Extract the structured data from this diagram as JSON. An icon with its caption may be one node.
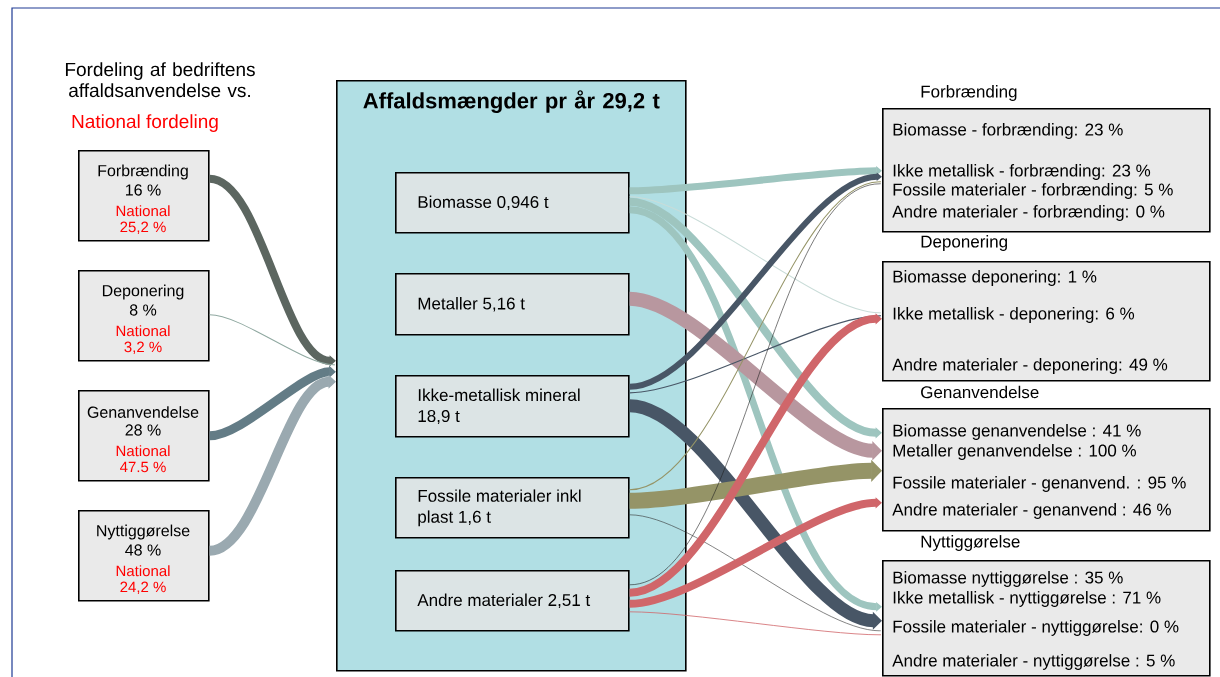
{
  "diagram": {
    "nodes": [
      {
        "text": [
          "Forbrænding",
          "16 %",
          "National 25,2 %"
        ]
      },
      {
        "text": [
          "Deponering",
          "8 %",
          "National 3,2 %"
        ]
      },
      {
        "text": [
          "Genanvendelse",
          "28 %",
          "National 47.5 %"
        ]
      },
      {
        "text": [
          "Nyttiggørelse",
          "48 %",
          "National 24,2 %"
        ]
      },
      {
        "text": [
          "Affaldsmængder pr år 29,2 t"
        ]
      },
      {
        "text": [
          "Biomasse 0,946 t"
        ],
        "in": 4
      },
      {
        "text": [
          "Metaller 5,16 t"
        ],
        "in": 4
      },
      {
        "text": [
          "Ikke-metallisk mineral 18,9 t"
        ],
        "in": 4
      },
      {
        "text": [
          "Fossile materialer inkl plast 1,6 t"
        ],
        "in": 4
      },
      {
        "text": [
          "Andre materialer 2,51 t"
        ],
        "in": 4
      },
      {
        "text": [
          "Forbrænding",
          "Biomasse - forbrænding: 23 %",
          "Ikke metallisk - forbrænding: 23 %",
          "Fossile materialer - forbrænding: 5 %",
          "Andre materialer - forbrænding: 0 %"
        ]
      },
      {
        "text": [
          "Deponering",
          "Biomasse deponering: 1 %",
          "Ikke metallisk - deponering: 6 %",
          "Andre materialer - deponering: 49 %"
        ]
      },
      {
        "text": [
          "Genanvendelse",
          "Biomasse genanvendelse : 41 %",
          "Metaller genanvendelse : 100 %",
          "Fossile materialer - genanvend. : 95 %",
          "Andre materialer - genanvend : 46 %"
        ]
      },
      {
        "text": [
          "Nyttiggørelse",
          "Biomasse nyttiggørelse : 35 %",
          "Ikke metallisk - nyttiggørelse : 71 %",
          "Fossile materialer - nyttiggørelse: 0 %",
          "Andre materialer - nyttiggørelse : 5 %"
        ]
      }
    ],
    "edges": [
      {
        "from": 0,
        "to": 4,
        "arrow": "to",
        "color": "#5c6660"
      },
      {
        "from": 1,
        "to": 4,
        "arrow": "to",
        "color": "#8fa8a0"
      },
      {
        "from": 2,
        "to": 4,
        "arrow": "to",
        "color": "#637c86"
      },
      {
        "from": 3,
        "to": 4,
        "arrow": "to",
        "color": "#9aa9b0"
      },
      {
        "from": 5,
        "to": 10,
        "arrow": "to",
        "color": "#9ec5bf"
      },
      {
        "from": 5,
        "to": 11,
        "arrow": "to",
        "color": "#c9dcd8"
      },
      {
        "from": 5,
        "to": 12,
        "arrow": "to",
        "color": "#9ec5bf"
      },
      {
        "from": 5,
        "to": 13,
        "arrow": "to",
        "color": "#9ec5bf"
      },
      {
        "from": 6,
        "to": 12,
        "arrow": "to",
        "style": "thick",
        "color": "#b8979f"
      },
      {
        "from": 7,
        "to": 10,
        "arrow": "to",
        "color": "#485666"
      },
      {
        "from": 7,
        "to": 11,
        "arrow": "to",
        "color": "#485666"
      },
      {
        "from": 7,
        "to": 13,
        "arrow": "to",
        "style": "thick",
        "color": "#485666"
      },
      {
        "from": 8,
        "to": 10,
        "arrow": "to",
        "color": "#959467"
      },
      {
        "from": 8,
        "to": 12,
        "arrow": "to",
        "style": "thick",
        "color": "#959467"
      },
      {
        "from": 8,
        "to": 13,
        "arrow": "to",
        "color": "#333333"
      },
      {
        "from": 9,
        "to": 10,
        "arrow": "to",
        "color": "#222222"
      },
      {
        "from": 9,
        "to": 11,
        "arrow": "to",
        "color": "#d0666a"
      },
      {
        "from": 9,
        "to": 12,
        "arrow": "to",
        "color": "#d0666a"
      },
      {
        "from": 9,
        "to": 13,
        "arrow": "to",
        "color": "#d0666a"
      }
    ],
    "labels": [
      "Fordeling af bedriftens affaldsanvendelse vs.",
      "National fordeling"
    ]
  }
}
